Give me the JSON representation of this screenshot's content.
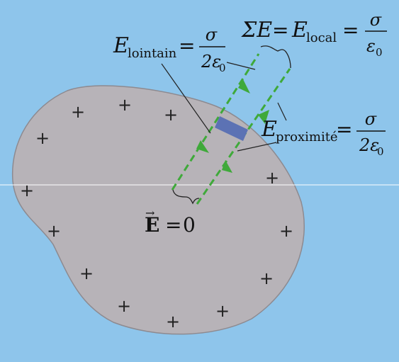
{
  "colors": {
    "background": "#8ec5eb",
    "conductor_fill": "#b7b3b8",
    "conductor_stroke": "#8d8a90",
    "field_line": "#3fa93a",
    "surface_patch": "#5c72b4",
    "text": "#111111"
  },
  "labels": {
    "e_lointain": {
      "symbol": "E",
      "subscript": "lointain",
      "equals": "=",
      "numerator": "σ",
      "denominator": "2ε",
      "denominator_sub": "0"
    },
    "sum_e": {
      "prefix": "ΣE",
      "equals1": "=",
      "symbol": "E",
      "subscript": "local",
      "equals2": "=",
      "numerator": "σ",
      "denominator": "ε",
      "denominator_sub": "0"
    },
    "e_proximite": {
      "symbol": "E",
      "subscript": "proximité",
      "equals": "=",
      "numerator": "σ",
      "denominator": "2ε",
      "denominator_sub": "0"
    },
    "e_inside": {
      "vector": "E",
      "arrow": "→",
      "equals": "=",
      "value": "0"
    }
  },
  "charges": {
    "symbol": "+"
  }
}
